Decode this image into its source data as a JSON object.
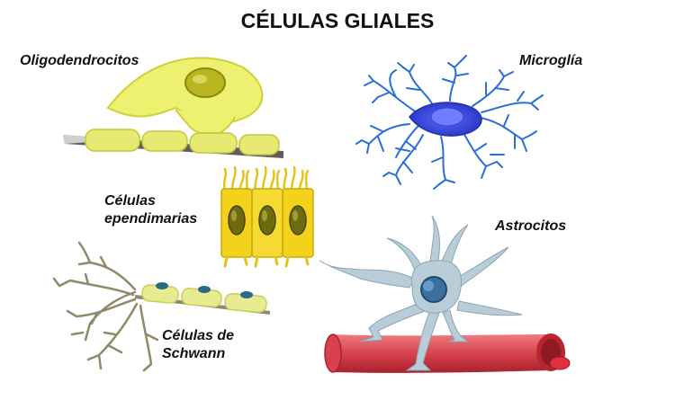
{
  "title": "CÉLULAS GLIALES",
  "labels": {
    "oligodendrocitos": "Oligodendrocitos",
    "microglia": "Microglía",
    "ependimarias_line1": "Células",
    "ependimarias_line2": "ependimarias",
    "astrocitos": "Astrocitos",
    "schwann_line1": "Células de",
    "schwann_line2": "Schwann"
  },
  "colors": {
    "oligo_body": "#ecec6a",
    "oligo_nucleus": "#b9b520",
    "microglia_branch": "#2a6fd6",
    "microglia_body": "#3b52e0",
    "ependymal_body": "#f3d21c",
    "ependymal_nucleus": "#6d6a10",
    "astro_body": "#b9cdd8",
    "astro_nucleus": "#3a6f9e",
    "vessel": "#e04a55",
    "vessel_dark": "#b8252f",
    "schwann_axon": "#8f8a6a",
    "schwann_sheath": "#e6ec8f",
    "schwann_nucleus": "#2b6a87"
  }
}
